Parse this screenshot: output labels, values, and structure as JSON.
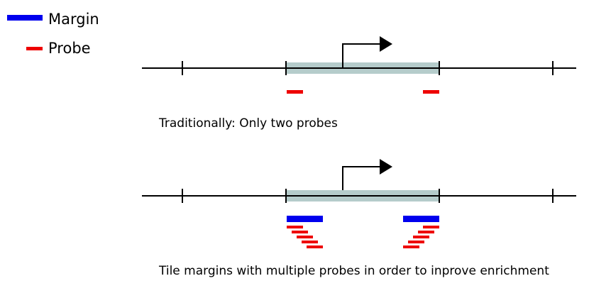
{
  "legend": {
    "margin_label": "Margin",
    "probe_label": "Probe"
  },
  "colors": {
    "margin": "#0000ee",
    "probe": "#ee0000",
    "region": "#b5cccb",
    "line": "#000000"
  },
  "panels": [
    {
      "caption": "Traditionally: Only two probes",
      "has_margins": false,
      "probes_per_side": 1
    },
    {
      "caption": "Tile margins with multiple probes in order to inprove enrichment",
      "has_margins": true,
      "probes_per_side": 5
    }
  ]
}
